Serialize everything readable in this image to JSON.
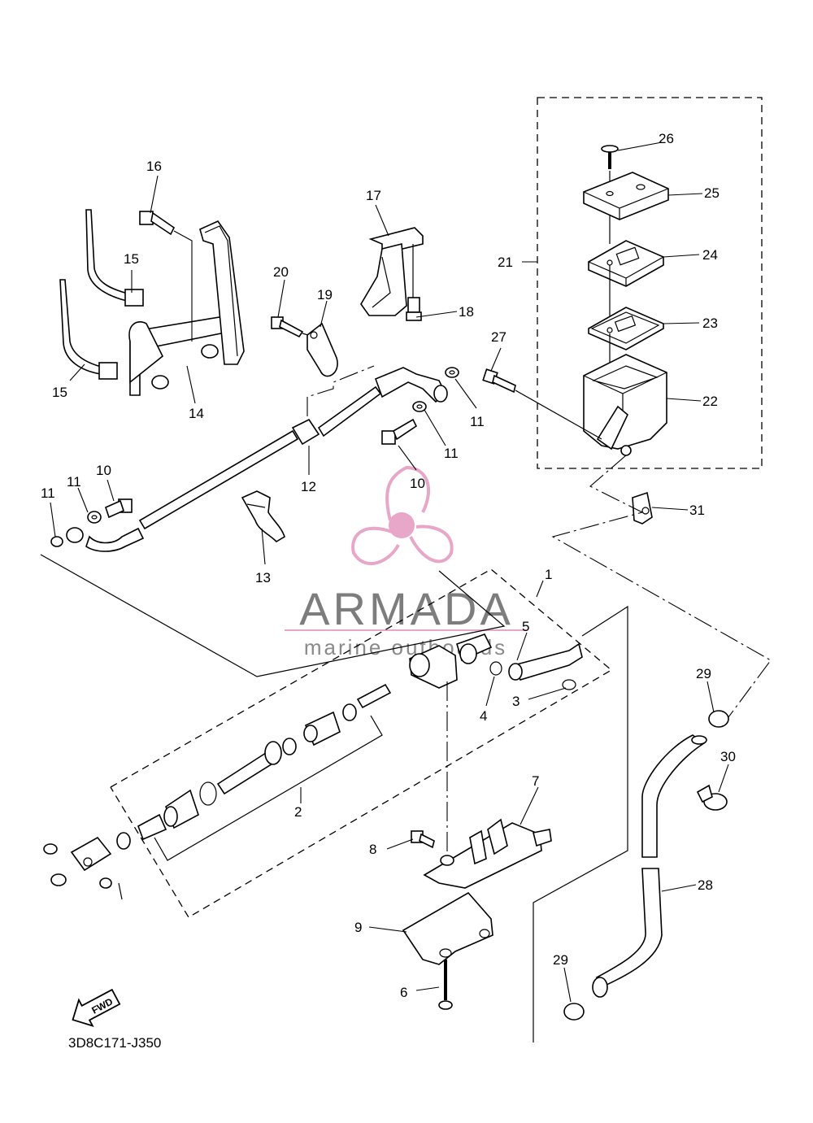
{
  "diagram_code": "3D8C171-J350",
  "fwd_label": "FWD",
  "watermark": {
    "title": "ARMADA",
    "subtitle": "marine outboards",
    "accent_color": "#e8a6c8",
    "text_color": "#7d7d7d"
  },
  "callouts": [
    {
      "id": "c1",
      "text": "1"
    },
    {
      "id": "c2",
      "text": "2"
    },
    {
      "id": "c3",
      "text": "3"
    },
    {
      "id": "c4",
      "text": "4"
    },
    {
      "id": "c5",
      "text": "5"
    },
    {
      "id": "c6",
      "text": "6"
    },
    {
      "id": "c7",
      "text": "7"
    },
    {
      "id": "c8",
      "text": "8"
    },
    {
      "id": "c9",
      "text": "9"
    },
    {
      "id": "c10a",
      "text": "10"
    },
    {
      "id": "c10b",
      "text": "10"
    },
    {
      "id": "c11a",
      "text": "11"
    },
    {
      "id": "c11b",
      "text": "11"
    },
    {
      "id": "c11c",
      "text": "11"
    },
    {
      "id": "c11d",
      "text": "11"
    },
    {
      "id": "c12",
      "text": "12"
    },
    {
      "id": "c13",
      "text": "13"
    },
    {
      "id": "c14",
      "text": "14"
    },
    {
      "id": "c15a",
      "text": "15"
    },
    {
      "id": "c15b",
      "text": "15"
    },
    {
      "id": "c16",
      "text": "16"
    },
    {
      "id": "c17",
      "text": "17"
    },
    {
      "id": "c18",
      "text": "18"
    },
    {
      "id": "c19",
      "text": "19"
    },
    {
      "id": "c20",
      "text": "20"
    },
    {
      "id": "c21",
      "text": "21"
    },
    {
      "id": "c22",
      "text": "22"
    },
    {
      "id": "c23",
      "text": "23"
    },
    {
      "id": "c24",
      "text": "24"
    },
    {
      "id": "c25",
      "text": "25"
    },
    {
      "id": "c26",
      "text": "26"
    },
    {
      "id": "c27",
      "text": "27"
    },
    {
      "id": "c28",
      "text": "28"
    },
    {
      "id": "c29a",
      "text": "29"
    },
    {
      "id": "c29b",
      "text": "29"
    },
    {
      "id": "c30",
      "text": "30"
    },
    {
      "id": "c31",
      "text": "31"
    }
  ]
}
